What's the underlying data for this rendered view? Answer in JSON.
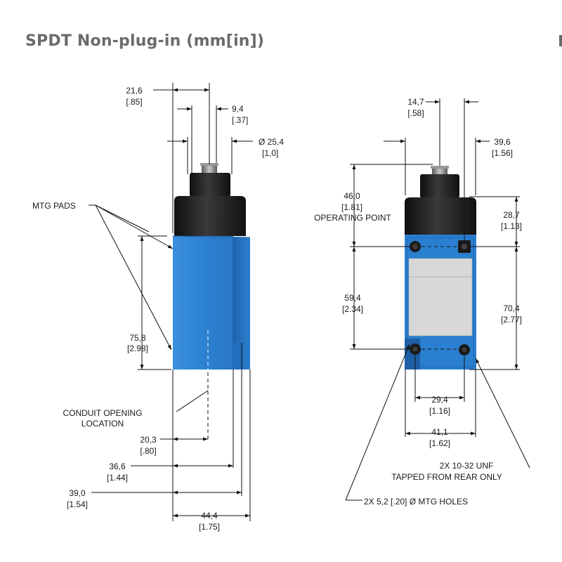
{
  "title": "SPDT Non-plug-in (mm[in])",
  "labels": {
    "mtg_pads": "MTG PADS",
    "conduit_1": "CONDUIT OPENING",
    "conduit_2": "LOCATION",
    "operating_point": "OPERATING POINT",
    "tapped_1": "2X 10-32 UNF",
    "tapped_2": "TAPPED FROM REAR ONLY",
    "mtg_holes": "2X 5,2 [.20] Ø MTG HOLES"
  },
  "dims": {
    "d216": {
      "mm": "21,6",
      "in": "[.85]"
    },
    "d94": {
      "mm": "9,4",
      "in": "[.37]"
    },
    "d254": {
      "mm": "Ø 25,4",
      "in": "[1,0]"
    },
    "d758": {
      "mm": "75,8",
      "in": "[2.98]"
    },
    "d203": {
      "mm": "20,3",
      "in": "[.80]"
    },
    "d366": {
      "mm": "36,6",
      "in": "[1.44]"
    },
    "d390": {
      "mm": "39,0",
      "in": "[1.54]"
    },
    "d444": {
      "mm": "44,4",
      "in": "[1.75]"
    },
    "d147": {
      "mm": "14,7",
      "in": "[.58]"
    },
    "d396": {
      "mm": "39,6",
      "in": "[1.56]"
    },
    "d460": {
      "mm": "46,0",
      "in": "[1.81]"
    },
    "d287": {
      "mm": "28,7",
      "in": "[1.13]"
    },
    "d594": {
      "mm": "59,4",
      "in": "[2.34]"
    },
    "d704": {
      "mm": "70,4",
      "in": "[2.77]"
    },
    "d294": {
      "mm": "29,4",
      "in": "[1.16]"
    },
    "d411": {
      "mm": "41,1",
      "in": "[1.62]"
    }
  },
  "colors": {
    "body_blue": "#2b7fd0",
    "body_blue_dark": "#1a5fa8",
    "cap_black": "#1c1c1c",
    "plunger_gray": "#8a8a8a",
    "label_panel": "#d8d8d8",
    "title_gray": "#6b6b6b"
  }
}
